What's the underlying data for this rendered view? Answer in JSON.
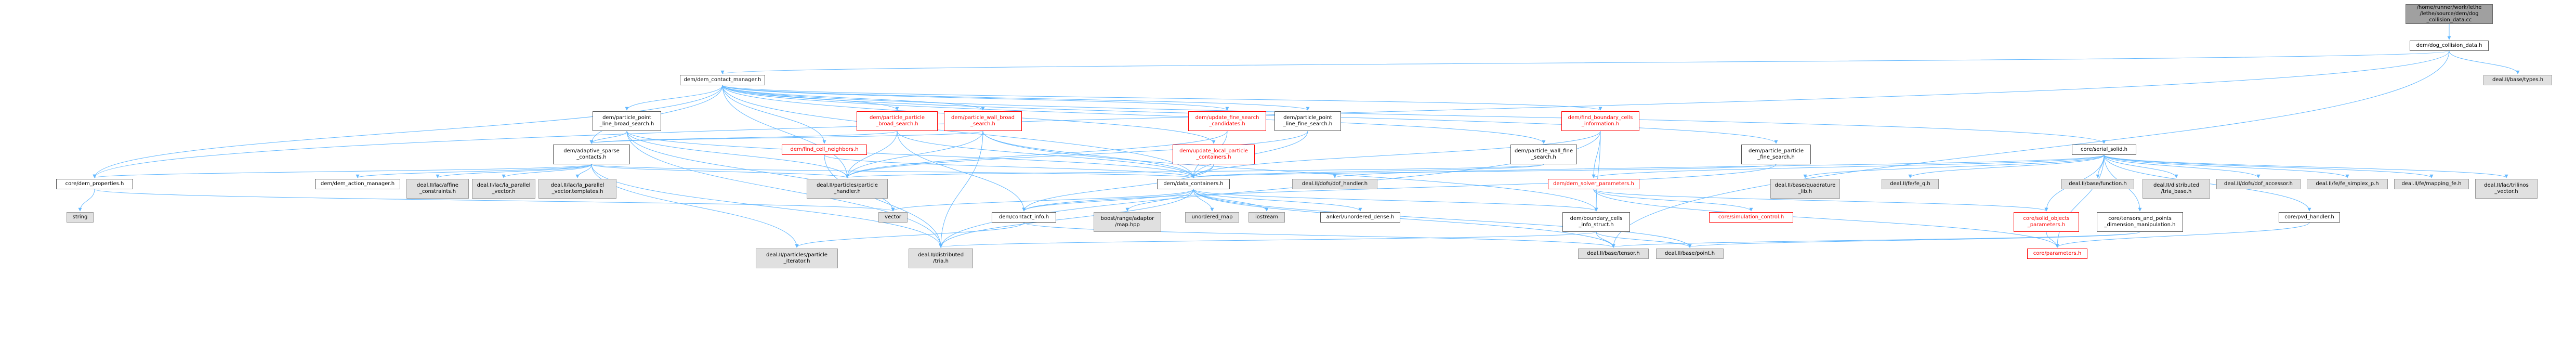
{
  "colors": {
    "edge": "#63b8ff",
    "root_fill": "#a0a0a0",
    "external_fill": "#e0e0e0",
    "truncated_border": "#ff0000",
    "node_border": "#555555"
  },
  "nodes": [
    {
      "id": "root",
      "label": "/home/runner/work/lethe\n/lethe/source/dem/dog\n_collision_data.cc",
      "kind": "root"
    },
    {
      "id": "dog_col",
      "label": "dem/dog_collision_data.h",
      "kind": "file"
    },
    {
      "id": "contact_mgr",
      "label": "dem/dem_contact_manager.h",
      "kind": "file"
    },
    {
      "id": "base_types",
      "label": "deal.II/base/types.h",
      "kind": "ext"
    },
    {
      "id": "pp_broad",
      "label": "dem/particle_point\n_line_broad_search.h",
      "kind": "file"
    },
    {
      "id": "pp_broad_search",
      "label": "dem/particle_particle\n_broad_search.h",
      "kind": "red"
    },
    {
      "id": "pw_broad",
      "label": "dem/particle_wall_broad\n_search.h",
      "kind": "red"
    },
    {
      "id": "update_fine",
      "label": "dem/update_fine_search\n_candidates.h",
      "kind": "red"
    },
    {
      "id": "pp_line_fine",
      "label": "dem/particle_point\n_line_fine_search.h",
      "kind": "file"
    },
    {
      "id": "pw_fine",
      "label": "dem/particle_wall_fine\n_search.h",
      "kind": "file"
    },
    {
      "id": "find_boundary",
      "label": "dem/find_boundary_cells\n_information.h",
      "kind": "red"
    },
    {
      "id": "pp_fine",
      "label": "dem/particle_particle\n_fine_search.h",
      "kind": "file"
    },
    {
      "id": "serial_solid",
      "label": "core/serial_solid.h",
      "kind": "file"
    },
    {
      "id": "adaptive_sparse",
      "label": "dem/adaptive_sparse\n_contacts.h",
      "kind": "file"
    },
    {
      "id": "find_cell_nb",
      "label": "dem/find_cell_neighbors.h",
      "kind": "red"
    },
    {
      "id": "update_local",
      "label": "dem/update_local_particle\n_containers.h",
      "kind": "red"
    },
    {
      "id": "dem_properties",
      "label": "core/dem_properties.h",
      "kind": "file"
    },
    {
      "id": "action_mgr",
      "label": "dem/dem_action_manager.h",
      "kind": "file"
    },
    {
      "id": "affine_constraints",
      "label": "deal.II/lac/affine\n_constraints.h",
      "kind": "ext"
    },
    {
      "id": "la_parallel_vector",
      "label": "deal.II/lac/la_parallel\n_vector.h",
      "kind": "ext"
    },
    {
      "id": "la_parallel_templates",
      "label": "deal.II/lac/la_parallel\n_vector.templates.h",
      "kind": "ext"
    },
    {
      "id": "particle_handler",
      "label": "deal.II/particles/particle\n_handler.h",
      "kind": "ext"
    },
    {
      "id": "data_containers",
      "label": "dem/data_containers.h",
      "kind": "file"
    },
    {
      "id": "dof_handler",
      "label": "deal.II/dofs/dof_handler.h",
      "kind": "ext"
    },
    {
      "id": "solver_params",
      "label": "dem/dem_solver_parameters.h",
      "kind": "red"
    },
    {
      "id": "quadrature_lib",
      "label": "deal.II/base/quadrature\n_lib.h",
      "kind": "ext"
    },
    {
      "id": "fe_q",
      "label": "deal.II/fe/fe_q.h",
      "kind": "ext"
    },
    {
      "id": "base_function",
      "label": "deal.II/base/function.h",
      "kind": "ext"
    },
    {
      "id": "tria_base",
      "label": "deal.II/distributed\n/tria_base.h",
      "kind": "ext"
    },
    {
      "id": "dof_accessor",
      "label": "deal.II/dofs/dof_accessor.h",
      "kind": "ext"
    },
    {
      "id": "fe_simplex",
      "label": "deal.II/fe/fe_simplex_p.h",
      "kind": "ext"
    },
    {
      "id": "mapping_fe",
      "label": "deal.II/fe/mapping_fe.h",
      "kind": "ext"
    },
    {
      "id": "trilinos_vector",
      "label": "deal.II/lac/trilinos\n_vector.h",
      "kind": "ext"
    },
    {
      "id": "string",
      "label": "string",
      "kind": "ext"
    },
    {
      "id": "vector",
      "label": "vector",
      "kind": "ext"
    },
    {
      "id": "contact_info",
      "label": "dem/contact_info.h",
      "kind": "file"
    },
    {
      "id": "boost_map",
      "label": "boost/range/adaptor\n/map.hpp",
      "kind": "ext"
    },
    {
      "id": "unordered_map",
      "label": "unordered_map",
      "kind": "ext"
    },
    {
      "id": "iostream",
      "label": "iostream",
      "kind": "ext"
    },
    {
      "id": "ankerl_dense",
      "label": "ankerl/unordered_dense.h",
      "kind": "file"
    },
    {
      "id": "boundary_cells_info",
      "label": "dem/boundary_cells\n_info_struct.h",
      "kind": "file"
    },
    {
      "id": "simulation_control",
      "label": "core/simulation_control.h",
      "kind": "red"
    },
    {
      "id": "solid_objects_params",
      "label": "core/solid_objects\n_parameters.h",
      "kind": "red"
    },
    {
      "id": "tensors_points",
      "label": "core/tensors_and_points\n_dimension_manipulation.h",
      "kind": "file"
    },
    {
      "id": "pvd_handler",
      "label": "core/pvd_handler.h",
      "kind": "file"
    },
    {
      "id": "particle_iterator",
      "label": "deal.II/particles/particle\n_iterator.h",
      "kind": "ext"
    },
    {
      "id": "dist_tria",
      "label": "deal.II/distributed\n/tria.h",
      "kind": "ext"
    },
    {
      "id": "tensor",
      "label": "deal.II/base/tensor.h",
      "kind": "ext"
    },
    {
      "id": "point",
      "label": "deal.II/base/point.h",
      "kind": "ext"
    },
    {
      "id": "core_parameters",
      "label": "core/parameters.h",
      "kind": "red"
    }
  ],
  "edges": [
    [
      "root",
      "dog_col"
    ],
    [
      "dog_col",
      "contact_mgr"
    ],
    [
      "dog_col",
      "base_types"
    ],
    [
      "dog_col",
      "tensor"
    ],
    [
      "dog_col",
      "dem_properties"
    ],
    [
      "contact_mgr",
      "pp_broad"
    ],
    [
      "contact_mgr",
      "pp_broad_search"
    ],
    [
      "contact_mgr",
      "pw_broad"
    ],
    [
      "contact_mgr",
      "update_fine"
    ],
    [
      "contact_mgr",
      "pp_line_fine"
    ],
    [
      "contact_mgr",
      "pw_fine"
    ],
    [
      "contact_mgr",
      "find_boundary"
    ],
    [
      "contact_mgr",
      "pp_fine"
    ],
    [
      "contact_mgr",
      "serial_solid"
    ],
    [
      "contact_mgr",
      "adaptive_sparse"
    ],
    [
      "contact_mgr",
      "find_cell_nb"
    ],
    [
      "contact_mgr",
      "update_local"
    ],
    [
      "contact_mgr",
      "data_containers"
    ],
    [
      "contact_mgr",
      "particle_handler"
    ],
    [
      "contact_mgr",
      "dem_properties"
    ],
    [
      "pp_broad",
      "adaptive_sparse"
    ],
    [
      "pp_broad",
      "data_containers"
    ],
    [
      "pp_broad",
      "particle_handler"
    ],
    [
      "pp_broad",
      "vector"
    ],
    [
      "pp_broad",
      "dist_tria"
    ],
    [
      "pp_broad_search",
      "adaptive_sparse"
    ],
    [
      "pp_broad_search",
      "data_containers"
    ],
    [
      "pp_broad_search",
      "particle_handler"
    ],
    [
      "pp_broad_search",
      "contact_info"
    ],
    [
      "pw_broad",
      "adaptive_sparse"
    ],
    [
      "pw_broad",
      "data_containers"
    ],
    [
      "pw_broad",
      "boundary_cells_info"
    ],
    [
      "pw_broad",
      "particle_handler"
    ],
    [
      "pw_broad",
      "dist_tria"
    ],
    [
      "update_fine",
      "data_containers"
    ],
    [
      "update_fine",
      "particle_handler"
    ],
    [
      "pp_line_fine",
      "data_containers"
    ],
    [
      "pp_line_fine",
      "particle_handler"
    ],
    [
      "pw_fine",
      "data_containers"
    ],
    [
      "pw_fine",
      "particle_handler"
    ],
    [
      "find_boundary",
      "data_containers"
    ],
    [
      "find_boundary",
      "solver_params"
    ],
    [
      "find_boundary",
      "boundary_cells_info"
    ],
    [
      "find_boundary",
      "dist_tria"
    ],
    [
      "pp_fine",
      "data_containers"
    ],
    [
      "pp_fine",
      "contact_info"
    ],
    [
      "serial_solid",
      "solver_params"
    ],
    [
      "serial_solid",
      "quadrature_lib"
    ],
    [
      "serial_solid",
      "fe_q"
    ],
    [
      "serial_solid",
      "base_function"
    ],
    [
      "serial_solid",
      "tria_base"
    ],
    [
      "serial_solid",
      "dof_accessor"
    ],
    [
      "serial_solid",
      "fe_simplex"
    ],
    [
      "serial_solid",
      "mapping_fe"
    ],
    [
      "serial_solid",
      "trilinos_vector"
    ],
    [
      "serial_solid",
      "pvd_handler"
    ],
    [
      "serial_solid",
      "solid_objects_params"
    ],
    [
      "serial_solid",
      "tensors_points"
    ],
    [
      "serial_solid",
      "dof_handler"
    ],
    [
      "serial_solid",
      "core_parameters"
    ],
    [
      "adaptive_sparse",
      "dem_properties"
    ],
    [
      "adaptive_sparse",
      "action_mgr"
    ],
    [
      "adaptive_sparse",
      "affine_constraints"
    ],
    [
      "adaptive_sparse",
      "la_parallel_vector"
    ],
    [
      "adaptive_sparse",
      "la_parallel_templates"
    ],
    [
      "adaptive_sparse",
      "particle_handler"
    ],
    [
      "adaptive_sparse",
      "data_containers"
    ],
    [
      "adaptive_sparse",
      "particle_iterator"
    ],
    [
      "adaptive_sparse",
      "dist_tria"
    ],
    [
      "find_cell_nb",
      "data_containers"
    ],
    [
      "find_cell_nb",
      "dist_tria"
    ],
    [
      "update_local",
      "data_containers"
    ],
    [
      "update_local",
      "contact_info"
    ],
    [
      "dem_properties",
      "string"
    ],
    [
      "dem_properties",
      "vector"
    ],
    [
      "data_containers",
      "vector"
    ],
    [
      "data_containers",
      "contact_info"
    ],
    [
      "data_containers",
      "boost_map"
    ],
    [
      "data_containers",
      "unordered_map"
    ],
    [
      "data_containers",
      "iostream"
    ],
    [
      "data_containers",
      "ankerl_dense"
    ],
    [
      "data_containers",
      "boundary_cells_info"
    ],
    [
      "data_containers",
      "tensor"
    ],
    [
      "data_containers",
      "point"
    ],
    [
      "data_containers",
      "dist_tria"
    ],
    [
      "solver_params",
      "simulation_control"
    ],
    [
      "solver_params",
      "core_parameters"
    ],
    [
      "solver_params",
      "solid_objects_params"
    ],
    [
      "contact_info",
      "particle_iterator"
    ],
    [
      "contact_info",
      "tensor"
    ],
    [
      "boundary_cells_info",
      "tensor"
    ],
    [
      "boundary_cells_info",
      "point"
    ],
    [
      "boundary_cells_info",
      "dist_tria"
    ],
    [
      "solid_objects_params",
      "core_parameters"
    ],
    [
      "tensors_points",
      "tensor"
    ],
    [
      "tensors_points",
      "point"
    ],
    [
      "pvd_handler",
      "core_parameters"
    ]
  ]
}
